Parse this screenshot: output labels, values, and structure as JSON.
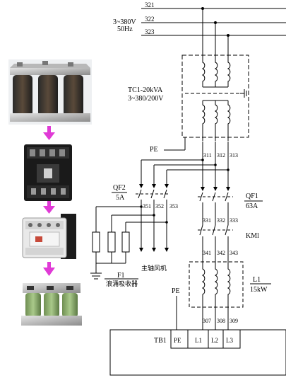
{
  "supply": {
    "wires": [
      "321",
      "322",
      "323"
    ],
    "voltage": "3~380V",
    "frequency": "50Hz"
  },
  "transformer": {
    "name": "TC1-20kVA",
    "ratio": "3~380/200V",
    "outputs": [
      "311",
      "312",
      "313"
    ]
  },
  "ground_label": "PE",
  "qf2": {
    "name": "QF2",
    "rating": "5A",
    "outputs": [
      "351",
      "352",
      "353"
    ]
  },
  "qf1": {
    "name": "QF1",
    "rating": "63A",
    "outputs": [
      "331",
      "332",
      "333"
    ]
  },
  "km": {
    "name": "KMl",
    "outputs": [
      "341",
      "342",
      "343"
    ]
  },
  "reactor": {
    "name": "L1",
    "rating": "15kW",
    "outputs": [
      "307",
      "308",
      "309"
    ]
  },
  "fan_label": "主轴风机",
  "filter": {
    "name": "F1",
    "description": "浪涌吸收器"
  },
  "terminal": {
    "name": "TB1",
    "pins": [
      "PE",
      "L1",
      "L2",
      "L3"
    ]
  },
  "photos": [
    {
      "caption": "",
      "kind": "transformer-photo"
    },
    {
      "caption": "",
      "kind": "breaker-photo"
    },
    {
      "caption": "",
      "kind": "contactor-photo"
    },
    {
      "caption": "",
      "kind": "reactor-photo"
    }
  ]
}
